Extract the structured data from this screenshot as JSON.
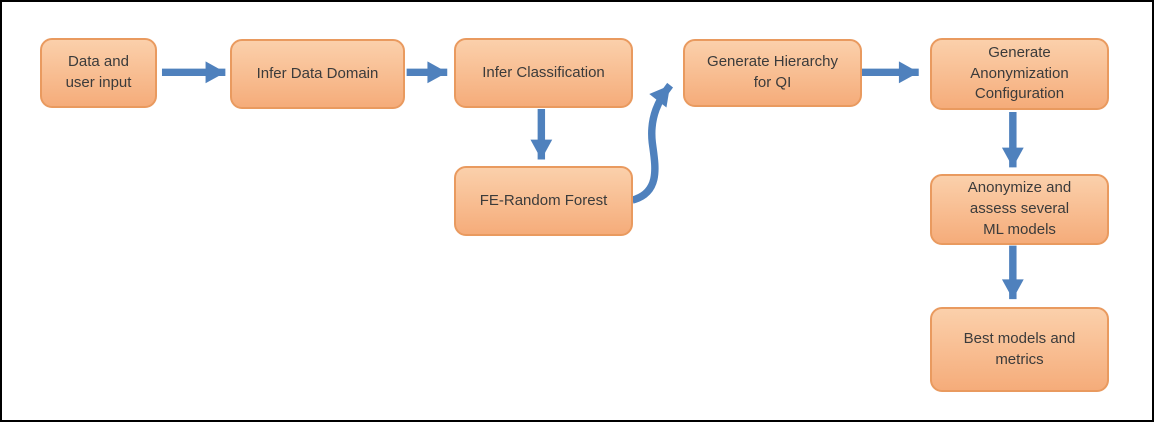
{
  "theme": {
    "canvas-bg": "#ffffff",
    "frame-border": "#000000",
    "node-fill-top": "#fbd0ab",
    "node-fill-bottom": "#f5ac7a",
    "node-border": "#e99a5f",
    "arrow-color": "#4f81bd",
    "text-color": "#3b3b3b"
  },
  "flowchart": {
    "nodes": [
      {
        "label": "Data and\nuser input"
      },
      {
        "label": "Infer Data Domain"
      },
      {
        "label": "Infer Classification"
      },
      {
        "label": "FE-Random Forest"
      },
      {
        "label": "Generate Hierarchy\nfor QI"
      },
      {
        "label": "Generate\nAnonymization\nConfiguration"
      },
      {
        "label": "Anonymize and\nassess several\nML models"
      },
      {
        "label": "Best models and\nmetrics"
      }
    ],
    "connections": [
      {
        "from": 0,
        "to": 1,
        "style": "straight-right"
      },
      {
        "from": 1,
        "to": 2,
        "style": "straight-right"
      },
      {
        "from": 2,
        "to": 3,
        "style": "straight-down"
      },
      {
        "from": 3,
        "to": 4,
        "style": "curved-up"
      },
      {
        "from": 4,
        "to": 5,
        "style": "straight-right"
      },
      {
        "from": 5,
        "to": 6,
        "style": "straight-down"
      },
      {
        "from": 6,
        "to": 7,
        "style": "straight-down"
      }
    ]
  }
}
